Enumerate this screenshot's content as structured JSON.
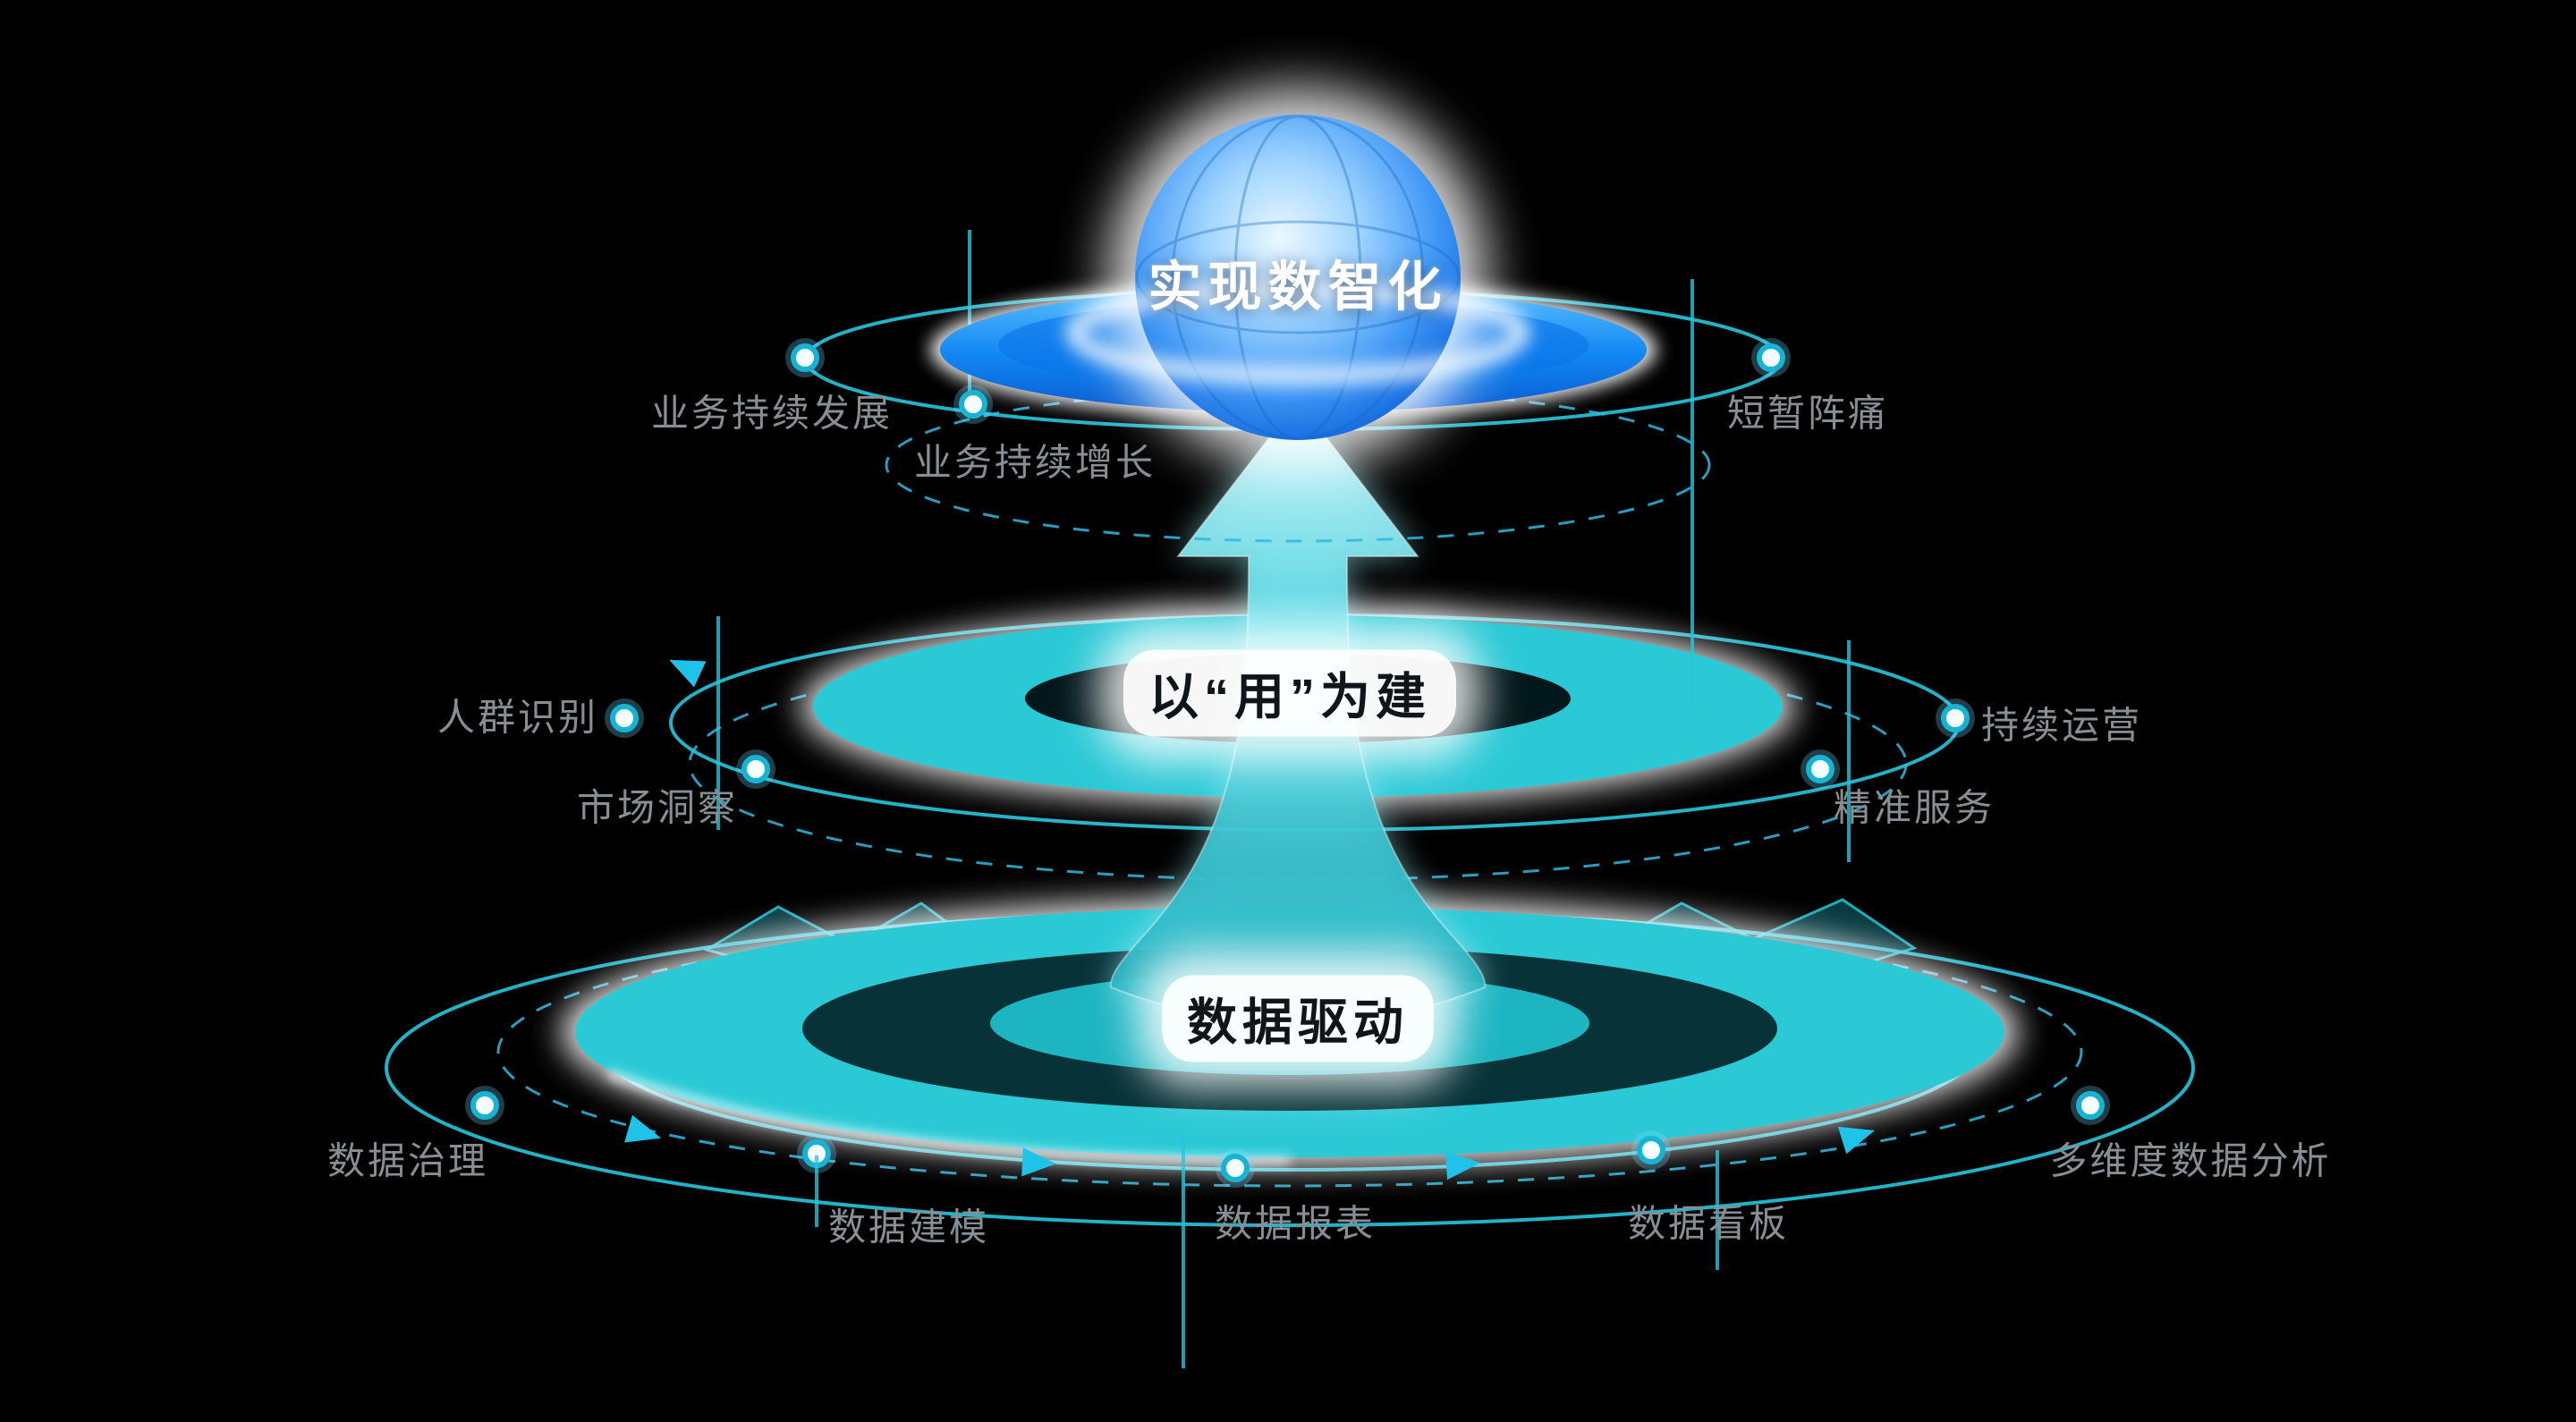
{
  "diagram": {
    "tiers": [
      {
        "id": "top",
        "label": "实现数智化"
      },
      {
        "id": "middle",
        "label": "以“用”为建"
      },
      {
        "id": "bottom",
        "label": "数据驱动"
      }
    ],
    "annotations": [
      {
        "text": "业务持续发展"
      },
      {
        "text": "业务持续增长"
      },
      {
        "text": "短暂阵痛"
      },
      {
        "text": "人群识别"
      },
      {
        "text": "市场洞察"
      },
      {
        "text": "持续运营"
      },
      {
        "text": "精准服务"
      },
      {
        "text": "数据治理"
      },
      {
        "text": "数据建模"
      },
      {
        "text": "数据报表"
      },
      {
        "text": "数据看板"
      },
      {
        "text": "多维度数据分析"
      }
    ],
    "colors": {
      "background": "#000000",
      "teal_disc": "#2bc9d6",
      "cyan_line": "#25c6de",
      "blue_disc": "#0f7ae8",
      "label_gray": "#878e94"
    }
  }
}
